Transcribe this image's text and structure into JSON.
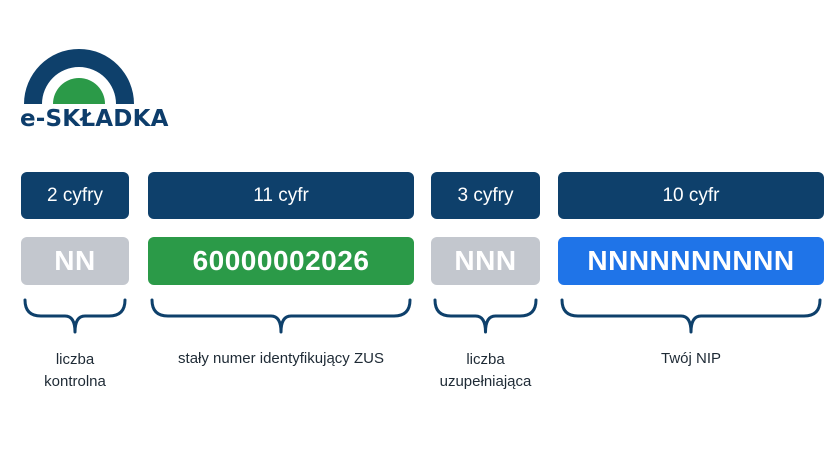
{
  "logo": {
    "text": "e-SKŁADKA",
    "colors": {
      "arch": "#0e406b",
      "dome": "#2b9a48"
    }
  },
  "segments": [
    {
      "header": "2 cyfry",
      "value": "NN",
      "value_color": "#c3c7ce",
      "description": "liczba kontrolna"
    },
    {
      "header": "11 cyfr",
      "value": "60000002026",
      "value_color": "#2b9a48",
      "description": "stały numer identyfikujący ZUS"
    },
    {
      "header": "3 cyfry",
      "value": "NNN",
      "value_color": "#c3c7ce",
      "description": "liczba uzupełniająca"
    },
    {
      "header": "10 cyfr",
      "value": "NNNNNNNNNN",
      "value_color": "#1f74e8",
      "description": "Twój NIP"
    }
  ],
  "colors": {
    "header_bg": "#0e406b",
    "brace": "#0e406b"
  }
}
